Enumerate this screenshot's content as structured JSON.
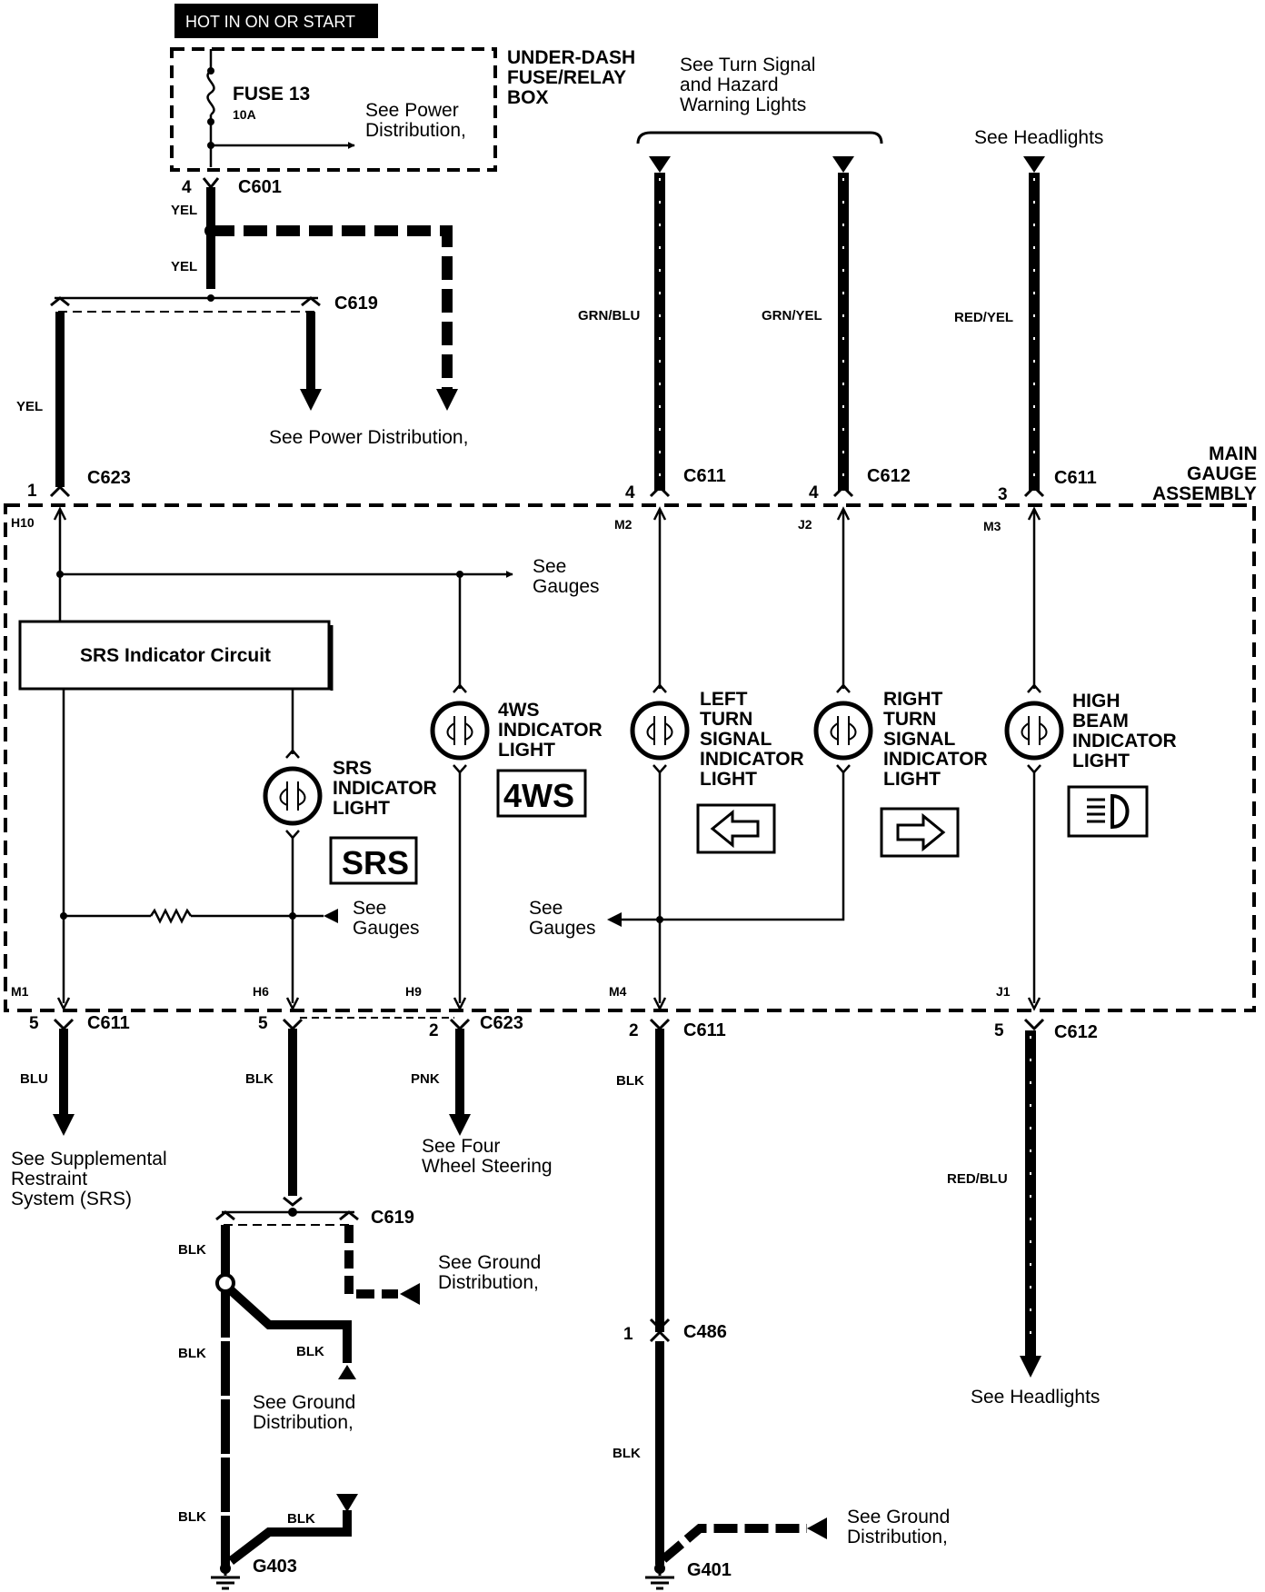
{
  "header": {
    "power_label": "HOT IN ON OR START"
  },
  "fuse_box": {
    "title_lines": [
      "UNDER-DASH",
      "FUSE/RELAY",
      "BOX"
    ],
    "fuse_name": "FUSE 13",
    "fuse_rating": "10A",
    "note_lines": [
      "See Power",
      "Distribution,"
    ]
  },
  "assembly": {
    "title_lines": [
      "MAIN",
      "GAUGE",
      "ASSEMBLY"
    ]
  },
  "connectors": {
    "c601": {
      "pin": "4",
      "name": "C601"
    },
    "c619_top": {
      "name": "C619"
    },
    "c623_top": {
      "pin": "1",
      "name": "C623",
      "terminal": "H10"
    },
    "c611_left": {
      "pin": "4",
      "name": "C611",
      "terminal": "M2"
    },
    "c612_top": {
      "pin": "4",
      "name": "C612",
      "terminal": "J2"
    },
    "c611_right": {
      "pin": "3",
      "name": "C611",
      "terminal": "M3"
    },
    "bot_c611_a": {
      "pin": "5",
      "name": "C611",
      "terminal": "M1"
    },
    "bot_h6": {
      "pin": "5",
      "terminal": "H6"
    },
    "bot_c623": {
      "pin": "2",
      "name": "C623",
      "terminal": "H9"
    },
    "bot_c611_b": {
      "pin": "2",
      "name": "C611",
      "terminal": "M4"
    },
    "bot_c612": {
      "pin": "5",
      "name": "C612",
      "terminal": "J1"
    },
    "c619_bottom": {
      "name": "C619"
    },
    "c486": {
      "pin": "1",
      "name": "C486"
    },
    "g403": {
      "name": "G403"
    },
    "g401": {
      "name": "G401"
    }
  },
  "wires": {
    "yel_1": "YEL",
    "yel_2": "YEL",
    "yel_3": "YEL",
    "grn_blu": "GRN/BLU",
    "grn_yel": "GRN/YEL",
    "red_yel": "RED/YEL",
    "blu": "BLU",
    "blk_1": "BLK",
    "pnk": "PNK",
    "blk_2": "BLK",
    "red_blu": "RED/BLU",
    "blk_a": "BLK",
    "blk_b": "BLK",
    "blk_c": "BLK",
    "blk_d": "BLK",
    "blk_e": "BLK",
    "blk_f": "BLK"
  },
  "notes": {
    "turn_signal": [
      "See Turn Signal",
      "and Hazard",
      "Warning Lights"
    ],
    "headlights_top": "See Headlights",
    "power_dist": "See Power Distribution,",
    "gauges_1": [
      "See",
      "Gauges"
    ],
    "gauges_2": [
      "See",
      "Gauges"
    ],
    "gauges_3": [
      "See",
      "Gauges"
    ],
    "srs_system": [
      "See Supplemental",
      "Restraint",
      "System (SRS)"
    ],
    "four_wheel": [
      "See Four",
      "Wheel Steering"
    ],
    "headlights_bottom": "See Headlights",
    "ground_1": [
      "See Ground",
      "Distribution,"
    ],
    "ground_2": [
      "See Ground",
      "Distribution,"
    ],
    "ground_3": [
      "See Ground",
      "Distribution,"
    ]
  },
  "components": {
    "srs_circuit": "SRS Indicator Circuit",
    "srs_light": [
      "SRS",
      "INDICATOR",
      "LIGHT"
    ],
    "srs_symbol": "SRS",
    "fourws_light": [
      "4WS",
      "INDICATOR",
      "LIGHT"
    ],
    "fourws_symbol": "4WS",
    "left_turn": [
      "LEFT",
      "TURN",
      "SIGNAL",
      "INDICATOR",
      "LIGHT"
    ],
    "right_turn": [
      "RIGHT",
      "TURN",
      "SIGNAL",
      "INDICATOR",
      "LIGHT"
    ],
    "high_beam": [
      "HIGH",
      "BEAM",
      "INDICATOR",
      "LIGHT"
    ]
  }
}
